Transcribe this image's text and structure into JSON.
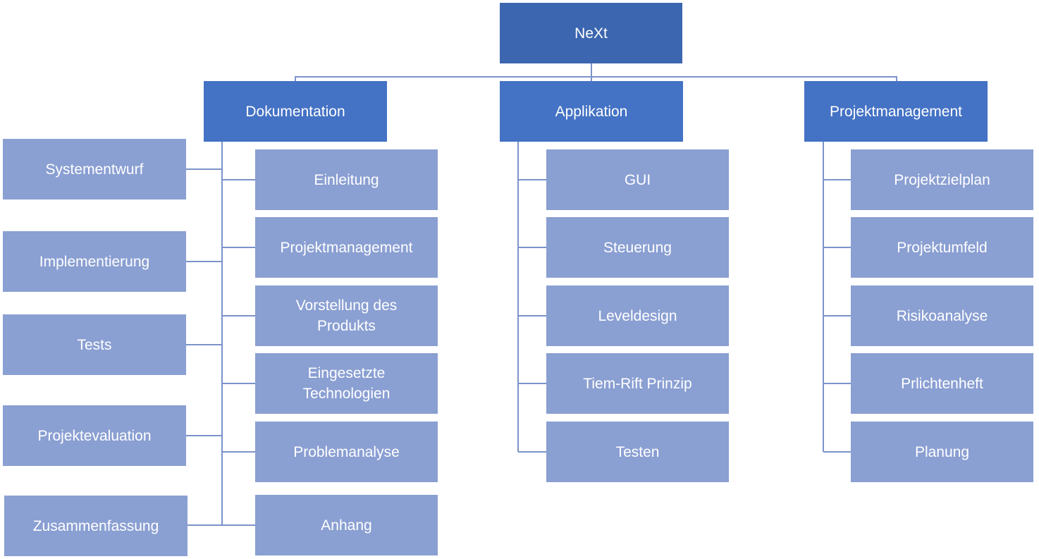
{
  "root": {
    "label": "NeXt"
  },
  "branches": {
    "dokumentation": {
      "label": "Dokumentation",
      "children": [
        "Einleitung",
        "Projektmanagement",
        "Vorstellung des\nProdukts",
        "Eingesetzte\nTechnologien",
        "Problemanalyse",
        "Anhang"
      ],
      "side_children": [
        "Systementwurf",
        "Implementierung",
        "Tests",
        "Projektevaluation",
        "Zusammenfassung"
      ]
    },
    "applikation": {
      "label": "Applikation",
      "children": [
        "GUI",
        "Steuerung",
        "Leveldesign",
        "Tiem-Rift Prinzip",
        "Testen"
      ]
    },
    "projektmanagement": {
      "label": "Projektmanagement",
      "children": [
        "Projektzielplan",
        "Projektumfeld",
        "Risikoanalyse",
        "Prlichtenheft",
        "Planung"
      ]
    }
  },
  "colors": {
    "root": "#3c66b0",
    "level1": "#4472c4",
    "level2": "#8a9fd2",
    "connector": "#7b93c9",
    "text": "#ffffff"
  }
}
